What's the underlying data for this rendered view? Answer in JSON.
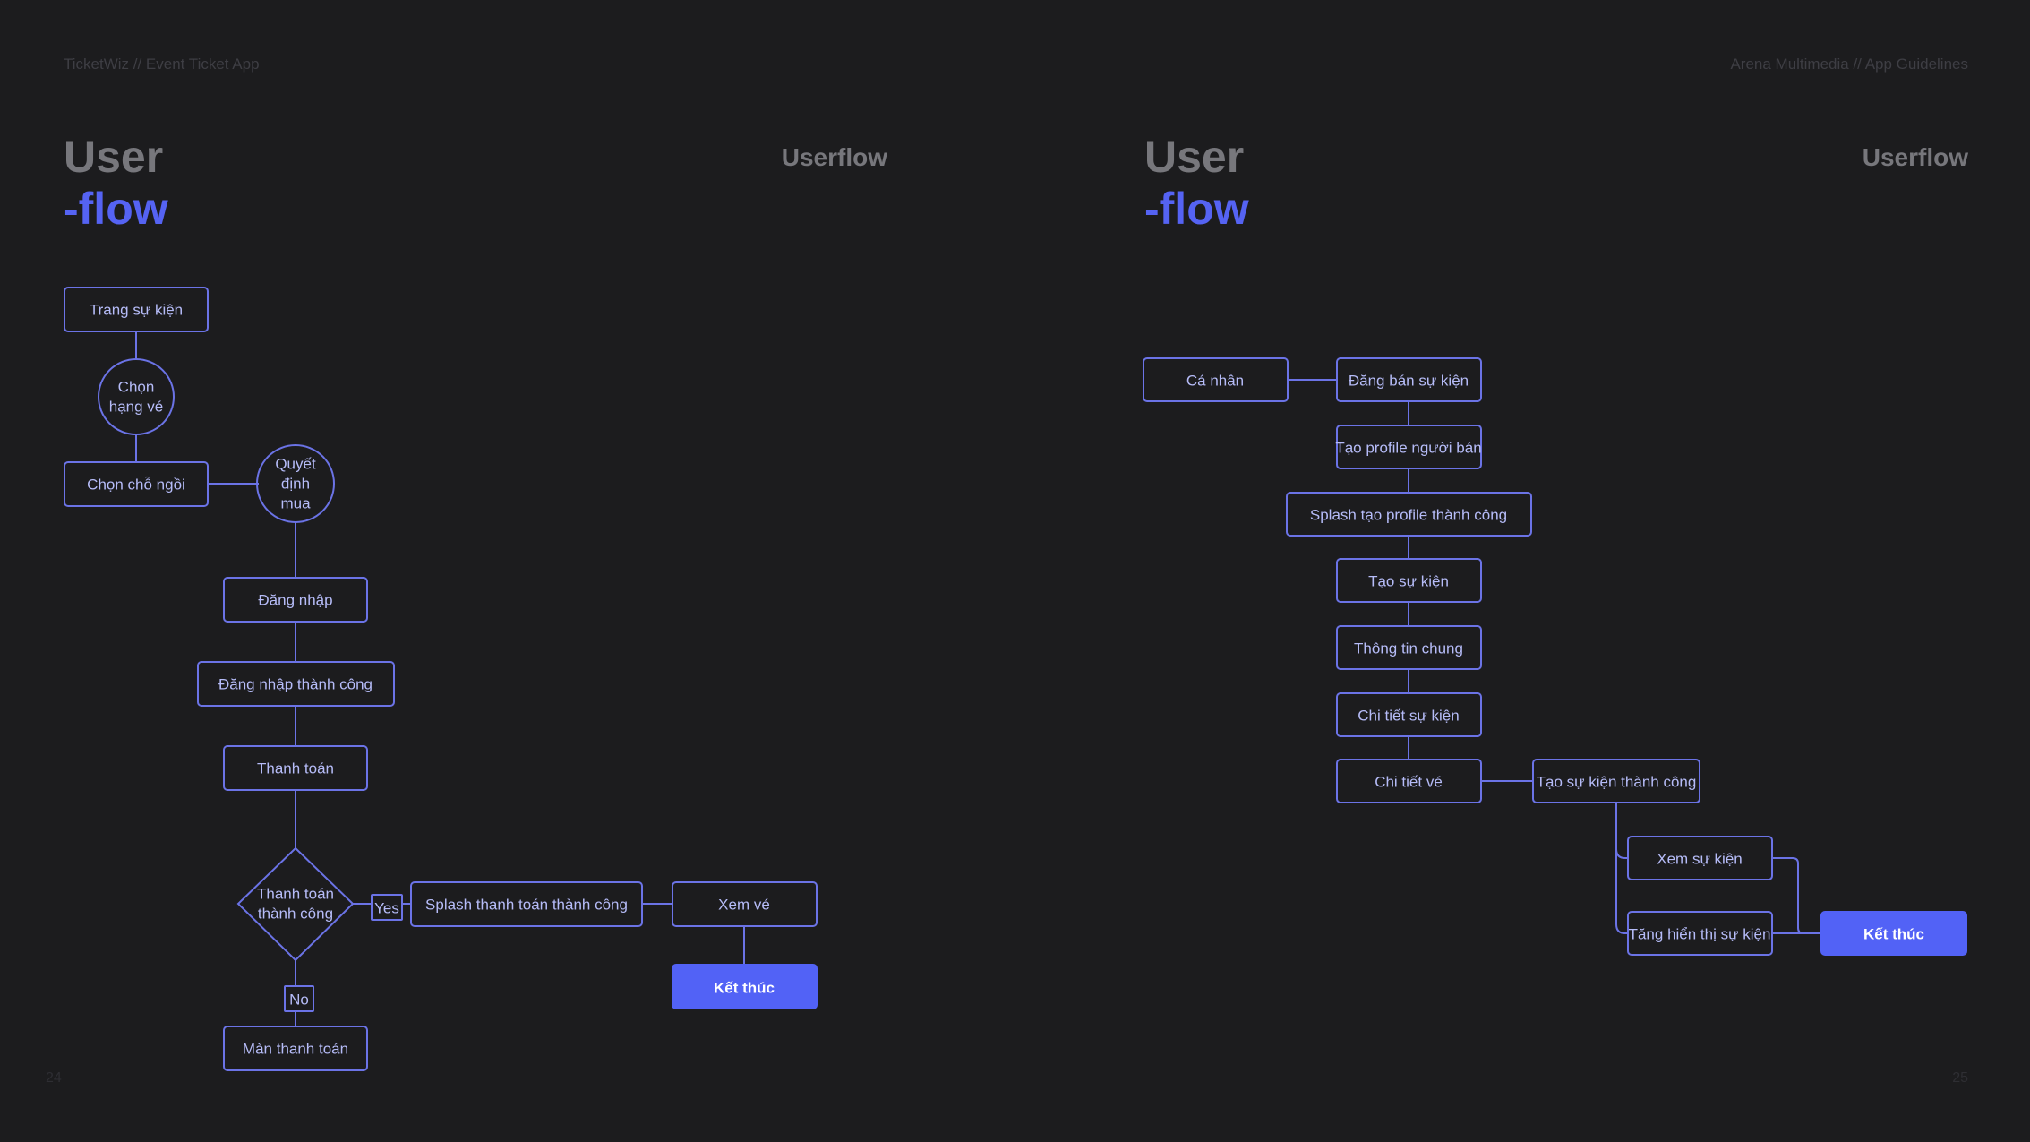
{
  "left": {
    "header": "TicketWiz // Event Ticket App",
    "title_line1": "User",
    "title_line2": "-flow",
    "section": "Userflow",
    "page_number": "24",
    "nodes": {
      "trang_su_kien": "Trang sự kiện",
      "chon_hang_ve_1": "Chọn",
      "chon_hang_ve_2": "hạng vé",
      "chon_cho_ngoi": "Chọn chỗ ngồi",
      "quyet_dinh_1": "Quyết",
      "quyet_dinh_2": "định",
      "quyet_dinh_3": "mua",
      "dang_nhap": "Đăng nhập",
      "dang_nhap_thanh_cong": "Đăng nhập thành công",
      "thanh_toan": "Thanh toán",
      "thanh_toan_tc_1": "Thanh toán",
      "thanh_toan_tc_2": "thành công",
      "yes": "Yes",
      "no": "No",
      "splash_thanh_toan": "Splash thanh toán thành công",
      "xem_ve": "Xem vé",
      "ket_thuc": "Kết thúc",
      "man_thanh_toan": "Màn thanh toán"
    }
  },
  "right": {
    "header": "Arena Multimedia // App Guidelines",
    "title_line1": "User",
    "title_line2": "-flow",
    "section": "Userflow",
    "page_number": "25",
    "nodes": {
      "ca_nhan": "Cá nhân",
      "dang_ban_su_kien": "Đăng bán sự kiện",
      "tao_profile": "Tạo profile người bán",
      "splash_profile": "Splash tạo profile thành công",
      "tao_su_kien": "Tạo sự kiện",
      "thong_tin_chung": "Thông tin chung",
      "chi_tiet_su_kien": "Chi tiết sự kiện",
      "chi_tiet_ve": "Chi tiết vé",
      "tao_su_kien_tc": "Tạo sự kiện thành công",
      "xem_su_kien": "Xem sự kiện",
      "tang_hien_thi": "Tăng hiển thị sự kiện",
      "ket_thuc": "Kết thúc"
    }
  },
  "colors": {
    "background": "#1c1c1e",
    "accent": "#5563f3",
    "node_stroke": "#6b73e6",
    "node_text": "#b6bcf8",
    "muted_title": "#77777c"
  }
}
